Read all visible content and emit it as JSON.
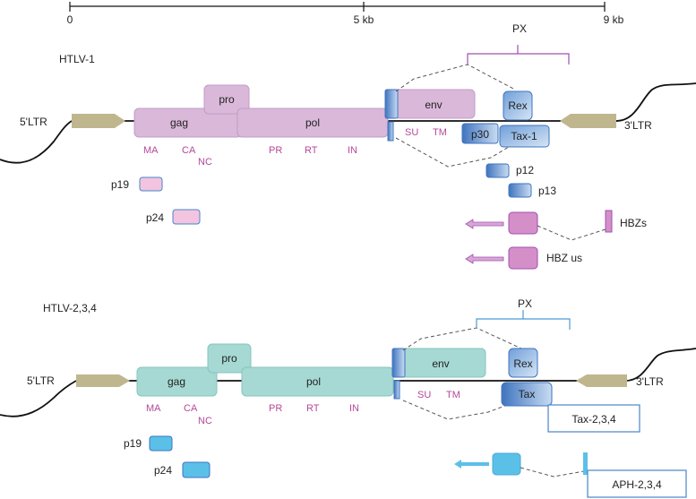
{
  "scale": {
    "ticks": [
      "0",
      "5 kb",
      "9 kb"
    ]
  },
  "htlv1": {
    "title": "HTLV-1",
    "ltr5": "5'LTR",
    "ltr3": "3'LTR",
    "px": "PX",
    "genes": {
      "gag": "gag",
      "pro": "pro",
      "pol": "pol",
      "env": "env",
      "rex": "Rex",
      "p30": "p30",
      "tax": "Tax-1"
    },
    "subunits": {
      "ma": "MA",
      "ca": "CA",
      "nc": "NC",
      "pr": "PR",
      "rt": "RT",
      "in": "IN",
      "su": "SU",
      "tm": "TM"
    },
    "proteins": {
      "p19": "p19",
      "p24": "p24",
      "p12": "p12",
      "p13": "p13",
      "hbzs": "HBZs",
      "hbzus": "HBZ us"
    },
    "colors": {
      "fill": "#d9b8d9",
      "stroke": "#c29cc8",
      "accent": "#b5489a",
      "bracket": "#a050b0"
    }
  },
  "htlv234": {
    "title": "HTLV-2,3,4",
    "ltr5": "5'LTR",
    "ltr3": "3'LTR",
    "px": "PX",
    "genes": {
      "gag": "gag",
      "pro": "pro",
      "pol": "pol",
      "env": "env",
      "rex": "Rex",
      "tax": "Tax"
    },
    "subunits": {
      "ma": "MA",
      "ca": "CA",
      "nc": "NC",
      "pr": "PR",
      "rt": "RT",
      "in": "IN",
      "su": "SU",
      "tm": "TM"
    },
    "proteins": {
      "p19": "p19",
      "p24": "p24",
      "tax234": "Tax-2,3,4",
      "aph": "APH-2,3,4"
    },
    "colors": {
      "fill": "#a6d9d3",
      "stroke": "#86c4bd",
      "accent": "#b5489a",
      "bracket": "#4a9ad4",
      "cyan": "#5bc0e8"
    }
  },
  "colors": {
    "ltr": "#bfb68e",
    "blue": "#4a86c8",
    "line": "#111111"
  }
}
